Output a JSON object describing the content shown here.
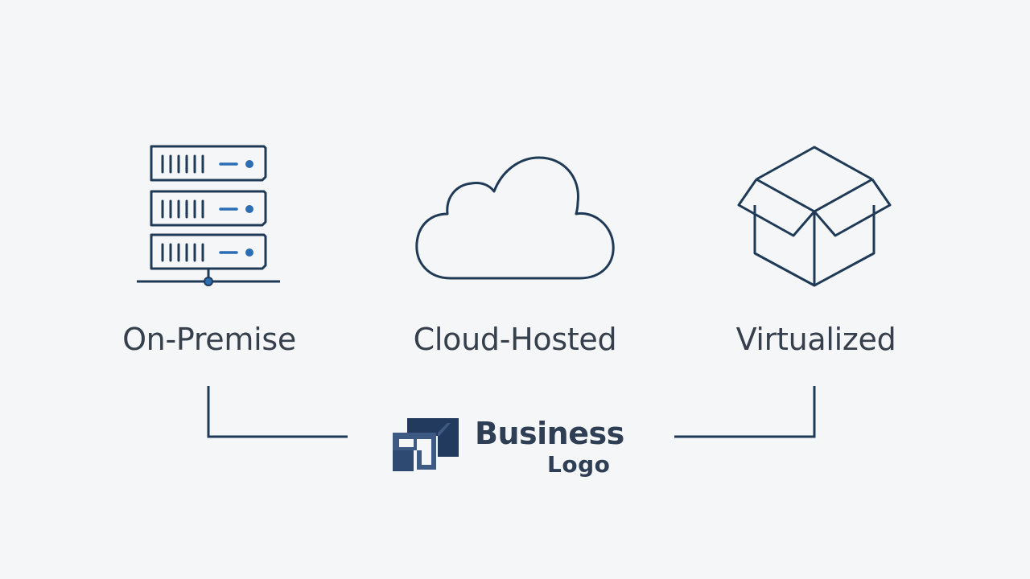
{
  "diagram": {
    "options": [
      {
        "label": "On-Premise",
        "icon": "server-rack-icon"
      },
      {
        "label": "Cloud-Hosted",
        "icon": "cloud-icon"
      },
      {
        "label": "Virtualized",
        "icon": "open-box-icon"
      }
    ]
  },
  "logo": {
    "line1": "Business",
    "line2": "Logo",
    "icon": "logo-mark-icon"
  },
  "colors": {
    "background": "#f5f6f8",
    "stroke": "#1f3a56",
    "accent": "#2c6db3",
    "text": "#36404c",
    "logo_dark": "#223a5e",
    "logo_light": "#3e5a82"
  }
}
